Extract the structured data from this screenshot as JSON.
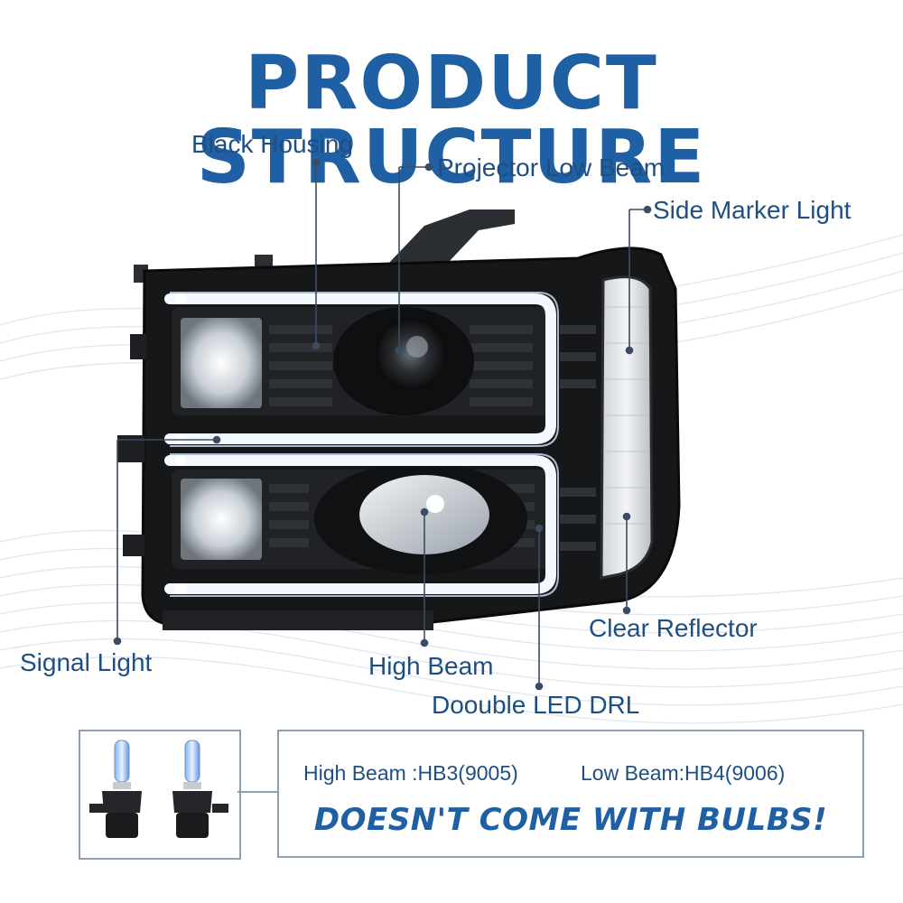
{
  "title": "PRODUCT STRUCTURE",
  "callouts": {
    "black_housing": "Black Housing",
    "projector_low_beam": "Projector Low Beam",
    "side_marker_light": "Side Marker Light",
    "signal_light": "Signal Light",
    "high_beam": "High Beam",
    "double_led_drl": "Doouble LED DRL",
    "clear_reflector": "Clear Reflector"
  },
  "specs": {
    "high_beam": "High Beam :HB3(9005)",
    "low_beam": "Low Beam:HB4(9006)"
  },
  "warning": "DOESN'T COME WITH BULBS!",
  "colors": {
    "title_blue": "#1f5fa3",
    "label_navy": "#1f4f82",
    "housing_black": "#141414",
    "drl_white": "#f4f8ff",
    "frame_gray": "#8e9fb2"
  }
}
